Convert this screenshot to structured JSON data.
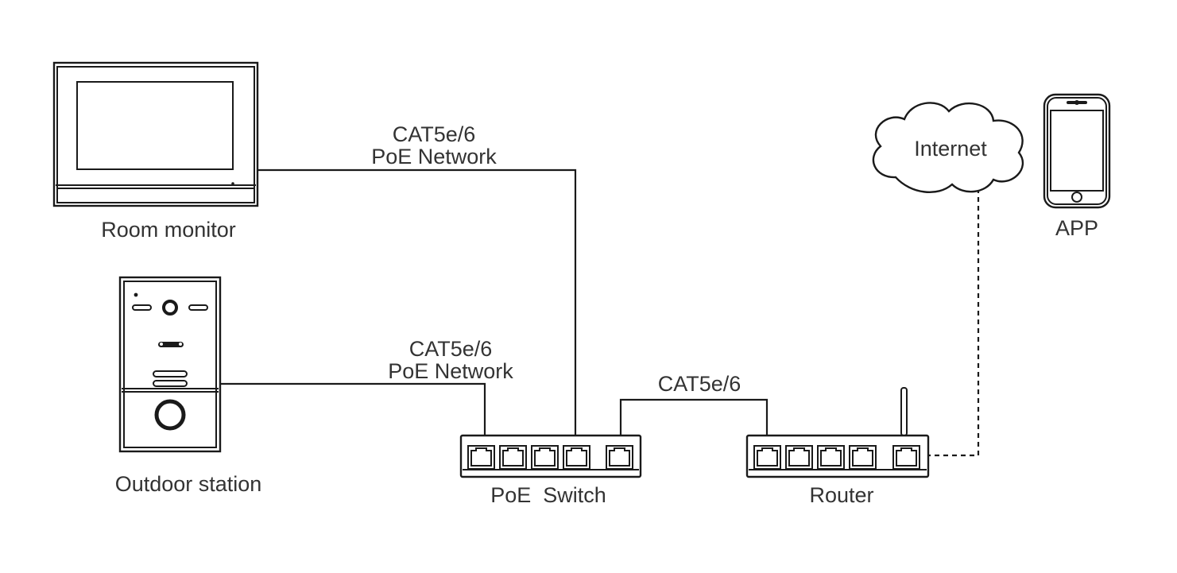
{
  "devices": {
    "room_monitor": "Room monitor",
    "outdoor_station": "Outdoor station",
    "poe_switch": "PoE  Switch",
    "router": "Router",
    "internet": "Internet",
    "app": "APP"
  },
  "cables": {
    "monitor_line1": "CAT5e/6",
    "monitor_line2": "PoE Network",
    "station_line1": "CAT5e/6",
    "station_line2": "PoE Network",
    "uplink": "CAT5e/6"
  }
}
